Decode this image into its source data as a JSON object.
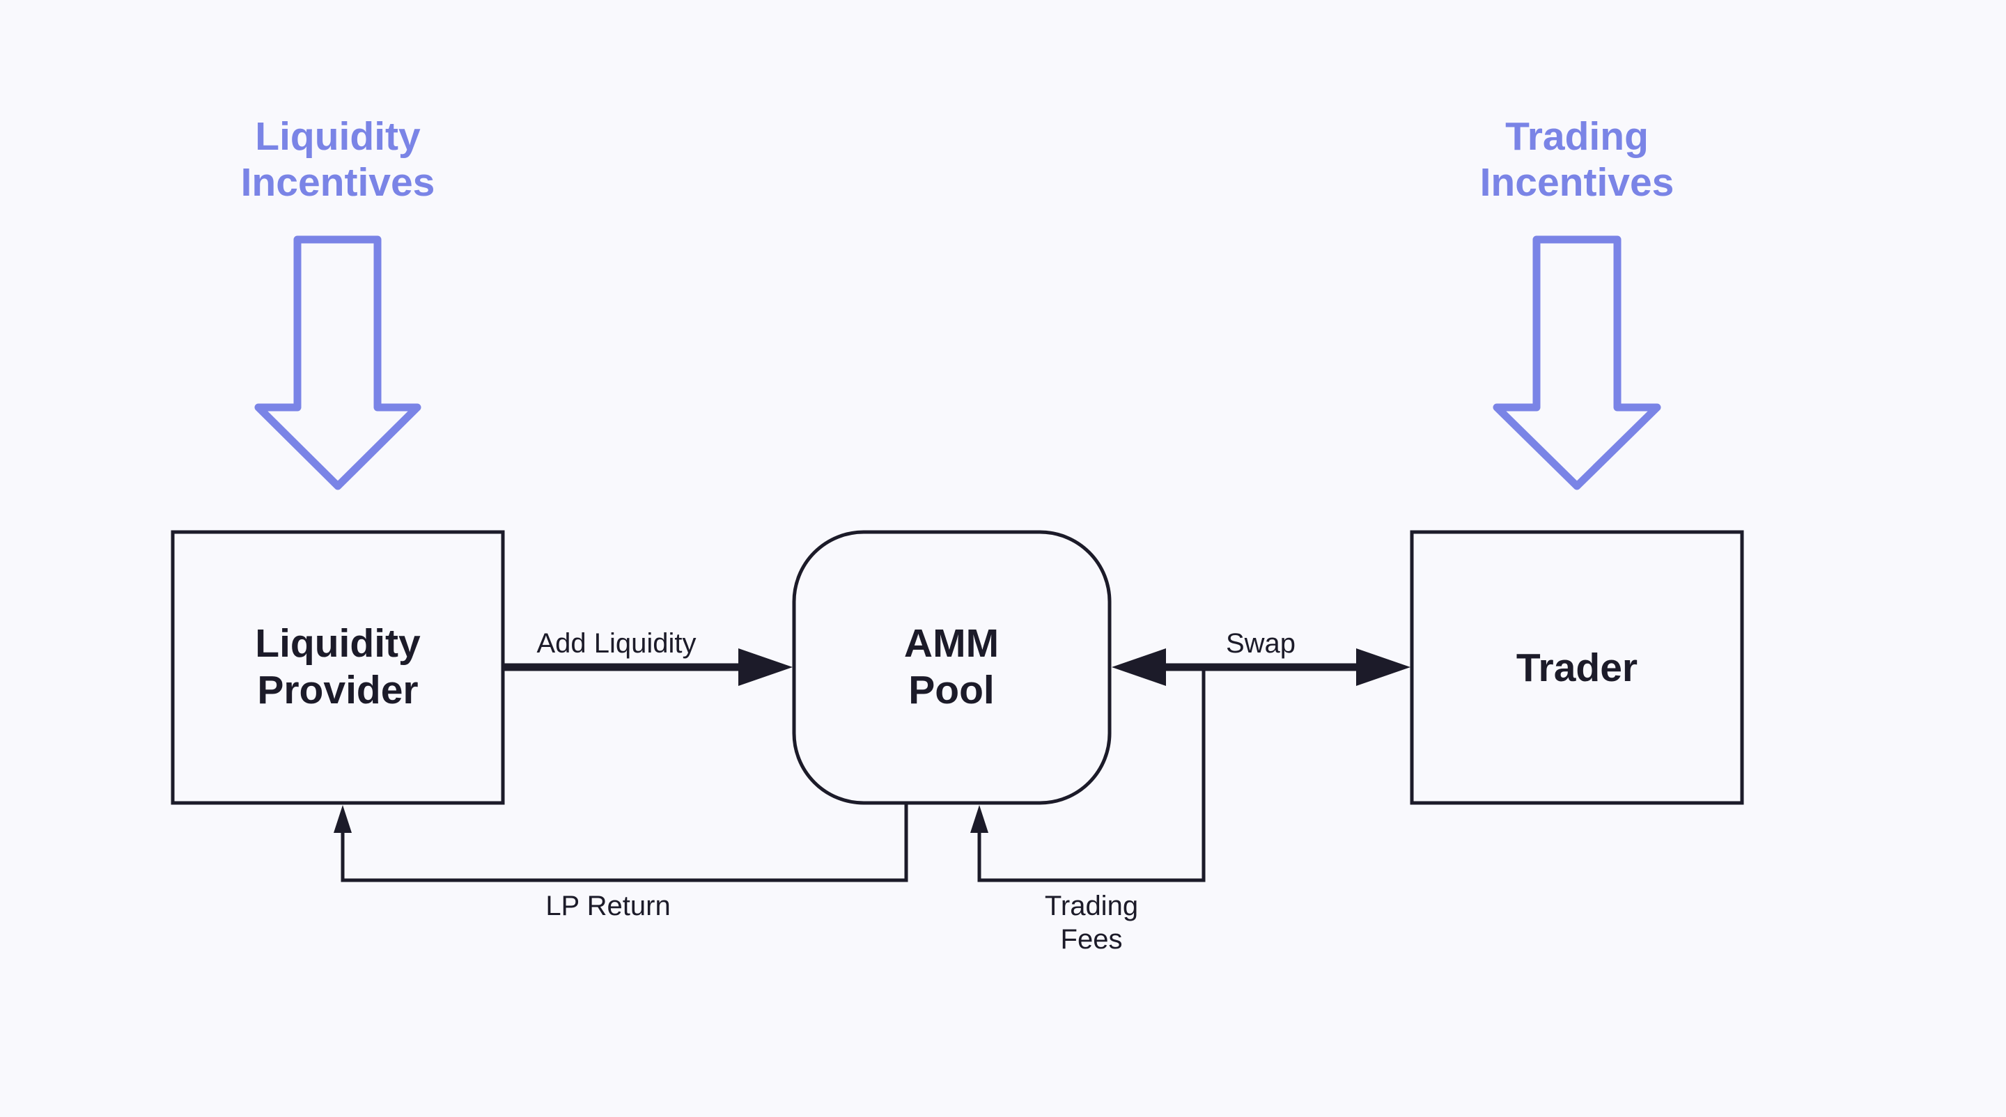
{
  "incentives": {
    "liquidity": {
      "line1": "Liquidity",
      "line2": "Incentives"
    },
    "trading": {
      "line1": "Trading",
      "line2": "Incentives"
    }
  },
  "nodes": {
    "liquidity_provider": {
      "line1": "Liquidity",
      "line2": "Provider"
    },
    "amm_pool": {
      "line1": "AMM",
      "line2": "Pool"
    },
    "trader": {
      "label": "Trader"
    }
  },
  "edges": {
    "add_liquidity": "Add Liquidity",
    "swap": "Swap",
    "lp_return": "LP Return",
    "trading_fees": {
      "line1": "Trading",
      "line2": "Fees"
    }
  },
  "colors": {
    "background": "#f9f9fd",
    "incentive_accent": "#7a84e6",
    "ink": "#1c1b29"
  }
}
